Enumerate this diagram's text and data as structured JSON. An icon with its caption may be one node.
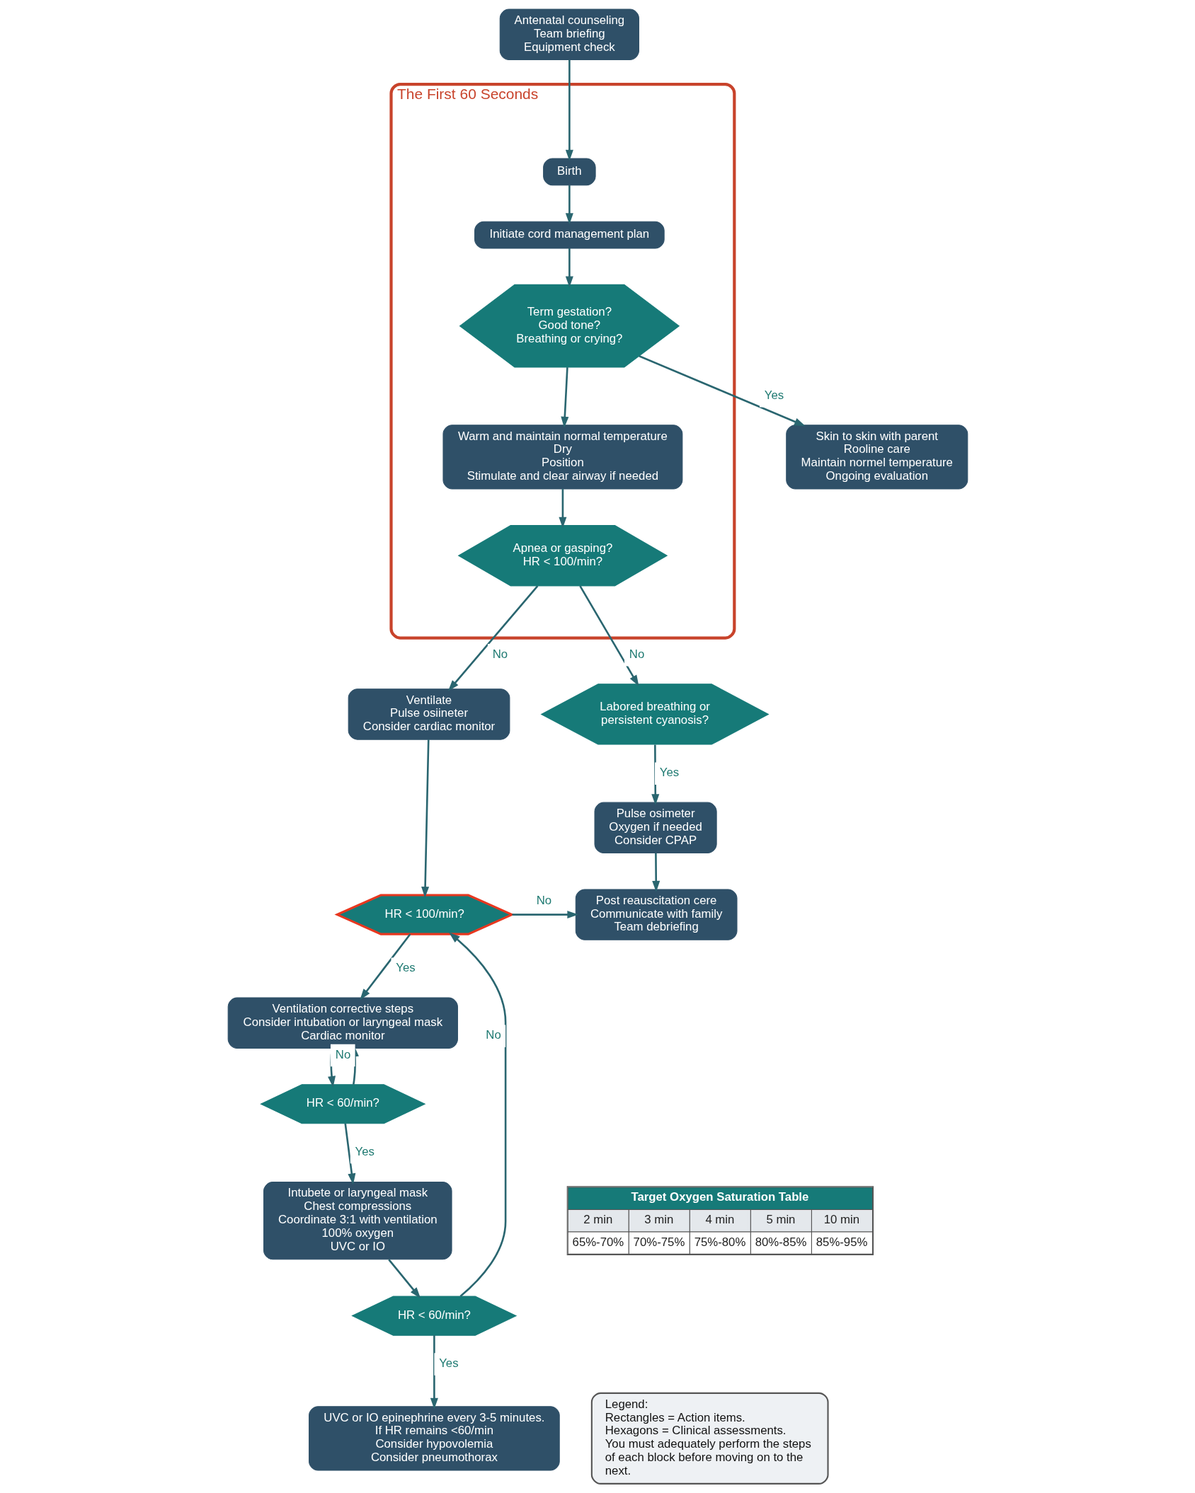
{
  "diagram": {
    "nodes": [
      {
        "text": [
          "Antenatal counseling",
          "Team briefing",
          "Equipment check"
        ]
      },
      {
        "text": [
          "The First 60 Seconds"
        ]
      },
      {
        "text": [
          "Birth"
        ],
        "in": 1
      },
      {
        "text": [
          "Initiate cord management plan"
        ],
        "in": 1
      },
      {
        "text": [
          "Term gestation?",
          "Good tone?",
          "Breathing or crying?"
        ],
        "in": 1
      },
      {
        "text": [
          "Skin to skin with parent",
          "Rooline care",
          "Maintain normel temperature",
          "Ongoing evaluation"
        ]
      },
      {
        "text": [
          "Warm and maintain normal temperature",
          "Dry",
          "Position",
          "Stimulate and clear airway if needed"
        ],
        "in": 1
      },
      {
        "text": [
          "Apnea or gasping?",
          "HR < 100/min?"
        ],
        "in": 1
      },
      {
        "text": [
          "Labored breathing or persistent cyanosis?"
        ]
      },
      {
        "text": [
          "Ventilate",
          "Pulse osiineter",
          "Consider cardiac monitor"
        ]
      },
      {
        "text": [
          "Pulse osimeter",
          "Oxygen if needed",
          "Consider CPAP"
        ]
      },
      {
        "text": [
          "HR < 100/min?"
        ]
      },
      {
        "text": [
          "Post reauscitation cere",
          "Communicate with family",
          "Team debriefing"
        ]
      },
      {
        "text": [
          "Ventilation corrective steps",
          "Consider intubation or laryngeal mask",
          "Cardiac monitor"
        ]
      },
      {
        "text": [
          "HR < 60/min?"
        ]
      },
      {
        "text": [
          "Intubete or laryngeal mask",
          "Chest compressions",
          "Coordinate 3:1 with ventilation",
          "100% oxygen",
          "UVC or IO"
        ]
      },
      {
        "text": [
          "HR < 60/min?"
        ]
      },
      {
        "text": [
          "UVC or IO epinephrine every 3-5 minutes.",
          "If HR remains <60/min",
          "Consider hypovolemia",
          "Consider pneumothorax"
        ]
      },
      {
        "text": [
          "Target Oxygen Saturation Table",
          "2 min",
          "3 min",
          "4 min",
          "5 min",
          "10 min",
          "65%-70%",
          "70%-75%",
          "75%-80%",
          "80%-85%",
          "85%-95%"
        ]
      },
      {
        "text": [
          "Legend:",
          "Rectangles = Action items.",
          "Hexagons = Clinical assessments.",
          "You must adequately perform the steps of each block before moving on to the next."
        ]
      }
    ],
    "edges": [
      {
        "from": 0,
        "to": 2,
        "arrow": "to"
      },
      {
        "from": 2,
        "to": 3,
        "arrow": "to"
      },
      {
        "from": 3,
        "to": 4,
        "arrow": "to"
      },
      {
        "from": 4,
        "to": 5,
        "arrow": "to",
        "label": "Yes"
      },
      {
        "from": 4,
        "to": 6,
        "arrow": "to"
      },
      {
        "from": 6,
        "to": 7,
        "arrow": "to"
      },
      {
        "from": 7,
        "to": 8,
        "arrow": "to",
        "label": "No"
      },
      {
        "from": 7,
        "to": 9,
        "arrow": "to",
        "label": "No"
      },
      {
        "from": 8,
        "to": 10,
        "arrow": "to",
        "label": "Yes"
      },
      {
        "from": 9,
        "to": 11,
        "arrow": "to"
      },
      {
        "from": 10,
        "to": 12,
        "arrow": "to"
      },
      {
        "from": 11,
        "to": 12,
        "arrow": "to",
        "label": "No"
      },
      {
        "from": 11,
        "to": 13,
        "arrow": "to",
        "label": "Yes"
      },
      {
        "from": 13,
        "to": 14,
        "arrow": "to"
      },
      {
        "from": 14,
        "to": 13,
        "arrow": "to",
        "label": "No"
      },
      {
        "from": 14,
        "to": 15,
        "arrow": "to",
        "label": "Yes"
      },
      {
        "from": 15,
        "to": 16,
        "arrow": "to"
      },
      {
        "from": 16,
        "to": 11,
        "arrow": "to",
        "label": "No"
      },
      {
        "from": 16,
        "to": 17,
        "arrow": "to",
        "label": "Yes"
      }
    ]
  }
}
